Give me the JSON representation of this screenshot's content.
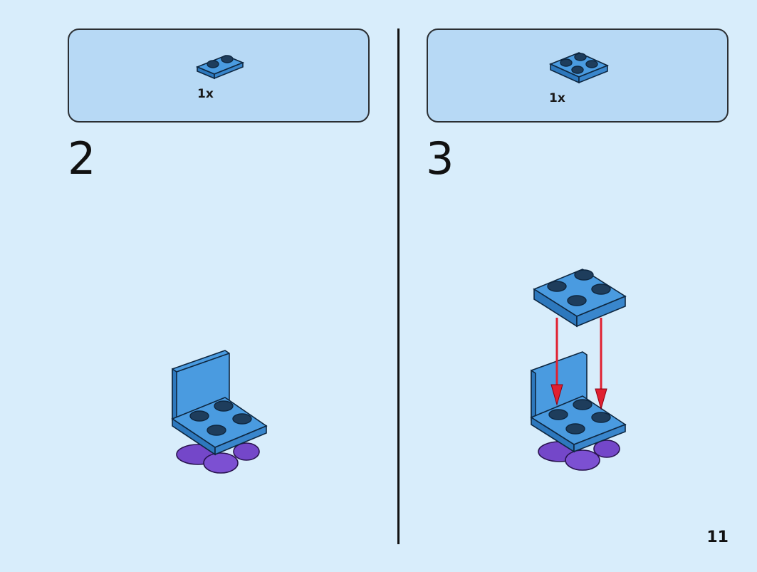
{
  "colors": {
    "background": "#d8edfb",
    "parts_box": "#b7d9f5",
    "brick_blue": "#3f8fd4",
    "brick_blue_dark": "#2a6ea8",
    "stud_dark": "#1b3550",
    "purple": "#7b4fd0",
    "arrow_red": "#e02030"
  },
  "steps": [
    {
      "number": "2",
      "part_count": "1x",
      "part": "plate-1x2-blue"
    },
    {
      "number": "3",
      "part_count": "1x",
      "part": "plate-2x2-blue"
    }
  ],
  "page_number": "11"
}
